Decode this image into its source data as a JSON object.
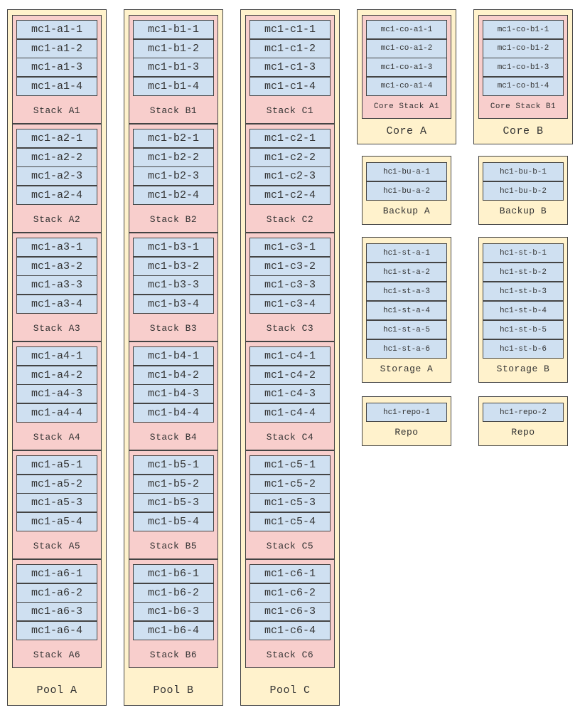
{
  "pools": [
    {
      "label": "Pool A",
      "stacks": [
        {
          "label": "Stack A1",
          "nodes": [
            "mc1-a1-1",
            "mc1-a1-2",
            "mc1-a1-3",
            "mc1-a1-4"
          ]
        },
        {
          "label": "Stack A2",
          "nodes": [
            "mc1-a2-1",
            "mc1-a2-2",
            "mc1-a2-3",
            "mc1-a2-4"
          ]
        },
        {
          "label": "Stack A3",
          "nodes": [
            "mc1-a3-1",
            "mc1-a3-2",
            "mc1-a3-3",
            "mc1-a3-4"
          ]
        },
        {
          "label": "Stack A4",
          "nodes": [
            "mc1-a4-1",
            "mc1-a4-2",
            "mc1-a4-3",
            "mc1-a4-4"
          ]
        },
        {
          "label": "Stack A5",
          "nodes": [
            "mc1-a5-1",
            "mc1-a5-2",
            "mc1-a5-3",
            "mc1-a5-4"
          ]
        },
        {
          "label": "Stack A6",
          "nodes": [
            "mc1-a6-1",
            "mc1-a6-2",
            "mc1-a6-3",
            "mc1-a6-4"
          ]
        }
      ]
    },
    {
      "label": "Pool B",
      "stacks": [
        {
          "label": "Stack B1",
          "nodes": [
            "mc1-b1-1",
            "mc1-b1-2",
            "mc1-b1-3",
            "mc1-b1-4"
          ]
        },
        {
          "label": "Stack B2",
          "nodes": [
            "mc1-b2-1",
            "mc1-b2-2",
            "mc1-b2-3",
            "mc1-b2-4"
          ]
        },
        {
          "label": "Stack B3",
          "nodes": [
            "mc1-b3-1",
            "mc1-b3-2",
            "mc1-b3-3",
            "mc1-b3-4"
          ]
        },
        {
          "label": "Stack B4",
          "nodes": [
            "mc1-b4-1",
            "mc1-b4-2",
            "mc1-b4-3",
            "mc1-b4-4"
          ]
        },
        {
          "label": "Stack B5",
          "nodes": [
            "mc1-b5-1",
            "mc1-b5-2",
            "mc1-b5-3",
            "mc1-b5-4"
          ]
        },
        {
          "label": "Stack B6",
          "nodes": [
            "mc1-b6-1",
            "mc1-b6-2",
            "mc1-b6-3",
            "mc1-b6-4"
          ]
        }
      ]
    },
    {
      "label": "Pool C",
      "stacks": [
        {
          "label": "Stack C1",
          "nodes": [
            "mc1-c1-1",
            "mc1-c1-2",
            "mc1-c1-3",
            "mc1-c1-4"
          ]
        },
        {
          "label": "Stack C2",
          "nodes": [
            "mc1-c2-1",
            "mc1-c2-2",
            "mc1-c2-3",
            "mc1-c2-4"
          ]
        },
        {
          "label": "Stack C3",
          "nodes": [
            "mc1-c3-1",
            "mc1-c3-2",
            "mc1-c3-3",
            "mc1-c3-4"
          ]
        },
        {
          "label": "Stack C4",
          "nodes": [
            "mc1-c4-1",
            "mc1-c4-2",
            "mc1-c4-3",
            "mc1-c4-4"
          ]
        },
        {
          "label": "Stack C5",
          "nodes": [
            "mc1-c5-1",
            "mc1-c5-2",
            "mc1-c5-3",
            "mc1-c5-4"
          ]
        },
        {
          "label": "Stack C6",
          "nodes": [
            "mc1-c6-1",
            "mc1-c6-2",
            "mc1-c6-3",
            "mc1-c6-4"
          ]
        }
      ]
    }
  ],
  "cores": [
    {
      "label": "Core A",
      "stack": {
        "label": "Core Stack A1",
        "nodes": [
          "mc1-co-a1-1",
          "mc1-co-a1-2",
          "mc1-co-a1-3",
          "mc1-co-a1-4"
        ]
      }
    },
    {
      "label": "Core B",
      "stack": {
        "label": "Core Stack B1",
        "nodes": [
          "mc1-co-b1-1",
          "mc1-co-b1-2",
          "mc1-co-b1-3",
          "mc1-co-b1-4"
        ]
      }
    }
  ],
  "groups": [
    {
      "label": "Backup A",
      "nodes": [
        "hc1-bu-a-1",
        "hc1-bu-a-2"
      ]
    },
    {
      "label": "Backup B",
      "nodes": [
        "hc1-bu-b-1",
        "hc1-bu-b-2"
      ]
    },
    {
      "label": "Storage A",
      "nodes": [
        "hc1-st-a-1",
        "hc1-st-a-2",
        "hc1-st-a-3",
        "hc1-st-a-4",
        "hc1-st-a-5",
        "hc1-st-a-6"
      ]
    },
    {
      "label": "Storage B",
      "nodes": [
        "hc1-st-b-1",
        "hc1-st-b-2",
        "hc1-st-b-3",
        "hc1-st-b-4",
        "hc1-st-b-5",
        "hc1-st-b-6"
      ]
    },
    {
      "label": "Repo",
      "nodes": [
        "hc1-repo-1"
      ]
    },
    {
      "label": "Repo",
      "nodes": [
        "hc1-repo-2"
      ]
    }
  ],
  "colors": {
    "pool": "#fff2cc",
    "stack": "#f8cecc",
    "node": "#cfe0f1",
    "border": "#444444"
  }
}
